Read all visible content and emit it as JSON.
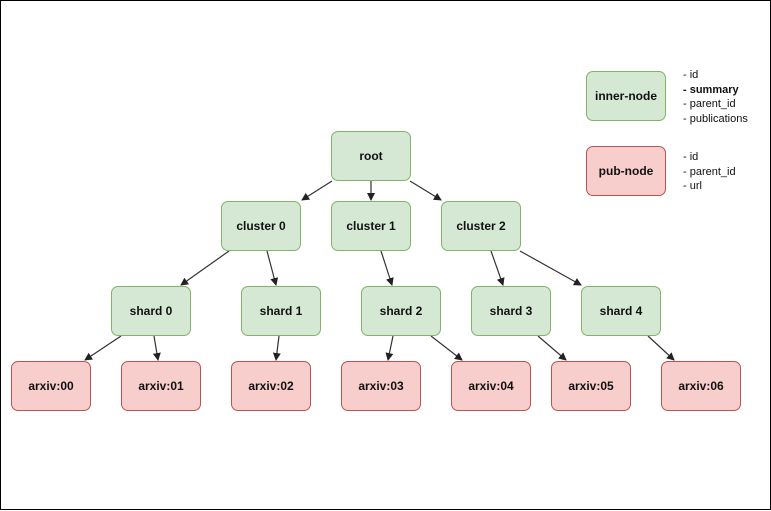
{
  "legend": {
    "inner": {
      "label": "inner-node",
      "fields": [
        "- id",
        "- summary",
        "- parent_id",
        "- publications"
      ],
      "bold_field_index": 1
    },
    "pub": {
      "label": "pub-node",
      "fields": [
        "- id",
        "- parent_id",
        "- url"
      ]
    }
  },
  "tree": {
    "root": "root",
    "clusters": [
      "cluster 0",
      "cluster 1",
      "cluster 2"
    ],
    "shards": [
      "shard 0",
      "shard 1",
      "shard 2",
      "shard 3",
      "shard 4"
    ],
    "pubs": [
      "arxiv:00",
      "arxiv:01",
      "arxiv:02",
      "arxiv:03",
      "arxiv:04",
      "arxiv:05",
      "arxiv:06"
    ],
    "edges": [
      [
        "root",
        "cluster 0"
      ],
      [
        "root",
        "cluster 1"
      ],
      [
        "root",
        "cluster 2"
      ],
      [
        "cluster 0",
        "shard 0"
      ],
      [
        "cluster 0",
        "shard 1"
      ],
      [
        "cluster 1",
        "shard 2"
      ],
      [
        "cluster 2",
        "shard 3"
      ],
      [
        "cluster 2",
        "shard 4"
      ],
      [
        "shard 0",
        "arxiv:00"
      ],
      [
        "shard 0",
        "arxiv:01"
      ],
      [
        "shard 1",
        "arxiv:02"
      ],
      [
        "shard 2",
        "arxiv:03"
      ],
      [
        "shard 2",
        "arxiv:04"
      ],
      [
        "shard 3",
        "arxiv:05"
      ],
      [
        "shard 4",
        "arxiv:06"
      ]
    ]
  },
  "colors": {
    "inner_fill": "#d5e8d4",
    "inner_stroke": "#82b366",
    "pub_fill": "#f8cecc",
    "pub_stroke": "#b85450",
    "edge": "#333333"
  }
}
